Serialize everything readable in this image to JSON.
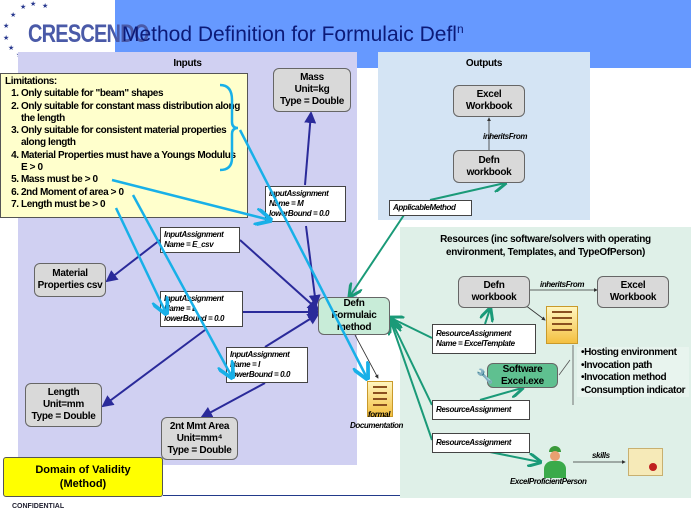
{
  "header": {
    "logo": "CRESCENDO",
    "title": "Method Definition for Formulaic Defl",
    "title_sup": "n"
  },
  "inputs": {
    "title": "Inputs",
    "limitations": {
      "heading": "Limitations:",
      "items": [
        "Only suitable for \"beam\" shapes",
        "Only suitable for constant mass distribution along the length",
        "Only suitable for consistent material properties along length",
        "Material Properties must have a Youngs Modulus E > 0",
        "Mass must be > 0",
        "2nd Moment of area > 0",
        "Length must be > 0"
      ]
    },
    "mass": [
      "Mass",
      "Unit=kg",
      "Type = Double"
    ],
    "material": [
      "Material",
      "Properties csv"
    ],
    "length": [
      "Length",
      "Unit=mm",
      "Type = Double"
    ],
    "area": [
      "2nt Mmt Area",
      "Unit=mm⁴",
      "Type = Double"
    ],
    "assign_m": [
      "InputAssignment",
      "Name = M",
      "lowerBound = 0.0"
    ],
    "assign_e": [
      "InputAssignment",
      "Name = E_csv"
    ],
    "assign_l": [
      "InputAssignment",
      "Name = L",
      "lowerBound = 0.0"
    ],
    "assign_i": [
      "InputAssignment",
      "Name = I",
      "lowerBound = 0.0"
    ]
  },
  "method": [
    "Defn",
    "Formulaic",
    "method"
  ],
  "doc": [
    "formal",
    "Documentation"
  ],
  "outputs": {
    "title": "Outputs",
    "excel": [
      "Excel",
      "Workbook"
    ],
    "defn": [
      "Defn",
      "workbook"
    ],
    "inherits": "inheritsFrom",
    "applicable": "ApplicableMethod"
  },
  "resources": {
    "title": "Resources (inc software/solvers with operating environment, Templates, and TypeOfPerson)",
    "defn": [
      "Defn",
      "workbook"
    ],
    "excel": [
      "Excel",
      "Workbook"
    ],
    "inherits": "inheritsFrom",
    "assign_template": [
      "ResourceAssignment",
      "Name = ExcelTemplate"
    ],
    "software": [
      "Software",
      "Excel.exe"
    ],
    "bullets": [
      "•Hosting environment",
      "•Invocation path",
      "•Invocation method",
      "•Consumption indicator"
    ],
    "assign1": "ResourceAssignment",
    "assign2": "ResourceAssignment",
    "person": "ExcelProficientPerson",
    "skills": "skills"
  },
  "domain": [
    "Domain of Validity",
    "(Method)"
  ],
  "footer": "CONFIDENTIAL"
}
